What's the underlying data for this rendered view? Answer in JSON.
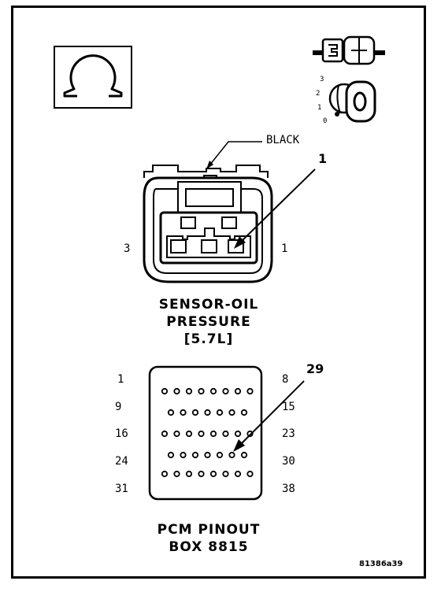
{
  "connector": {
    "wire_color": "BLACK",
    "callout_pin": "1",
    "left_pin_label": "3",
    "right_pin_label": "1",
    "title_lines": [
      "SENSOR-OIL",
      "PRESSURE",
      "[5.7L]"
    ]
  },
  "ground_symbol": {
    "icon": "ohm-icon"
  },
  "key_switch": {
    "positions": [
      "3",
      "2",
      "1",
      "0"
    ]
  },
  "pcm_box": {
    "left_row_labels": [
      "1",
      "9",
      "16",
      "24",
      "31"
    ],
    "right_row_labels": [
      "8",
      "15",
      "23",
      "30",
      "38"
    ],
    "callout_pin": "29",
    "row_pin_counts": [
      8,
      7,
      8,
      7,
      8
    ],
    "title_lines": [
      "PCM PINOUT",
      "BOX 8815"
    ]
  },
  "figure_id": "81386a39"
}
